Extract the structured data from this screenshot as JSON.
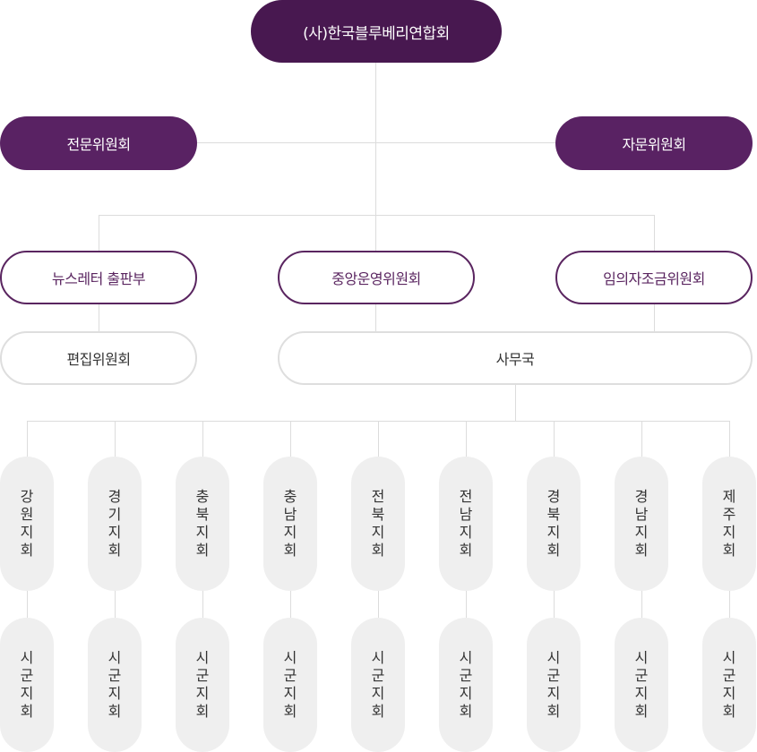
{
  "chart": {
    "root": "(사)한국블루베리연합회",
    "side_left": "전문위원회",
    "side_right": "자문위원회",
    "mid_left": "뉴스레터 출판부",
    "mid_center": "중앙운영위원회",
    "mid_right": "임의자조금위원회",
    "sub_left": "편집위원회",
    "sub_center": "사무국",
    "branches": [
      "강원지회",
      "경기지회",
      "충북지회",
      "충남지회",
      "전북지회",
      "전남지회",
      "경북지회",
      "경남지회",
      "제주지회"
    ],
    "sub_branch": "시군지회"
  },
  "colors": {
    "root_bg": "#481850",
    "filled_bg": "#592263",
    "outline_border": "#5a2560",
    "pill_bg": "#efefef",
    "connector": "#dcdcdc"
  }
}
